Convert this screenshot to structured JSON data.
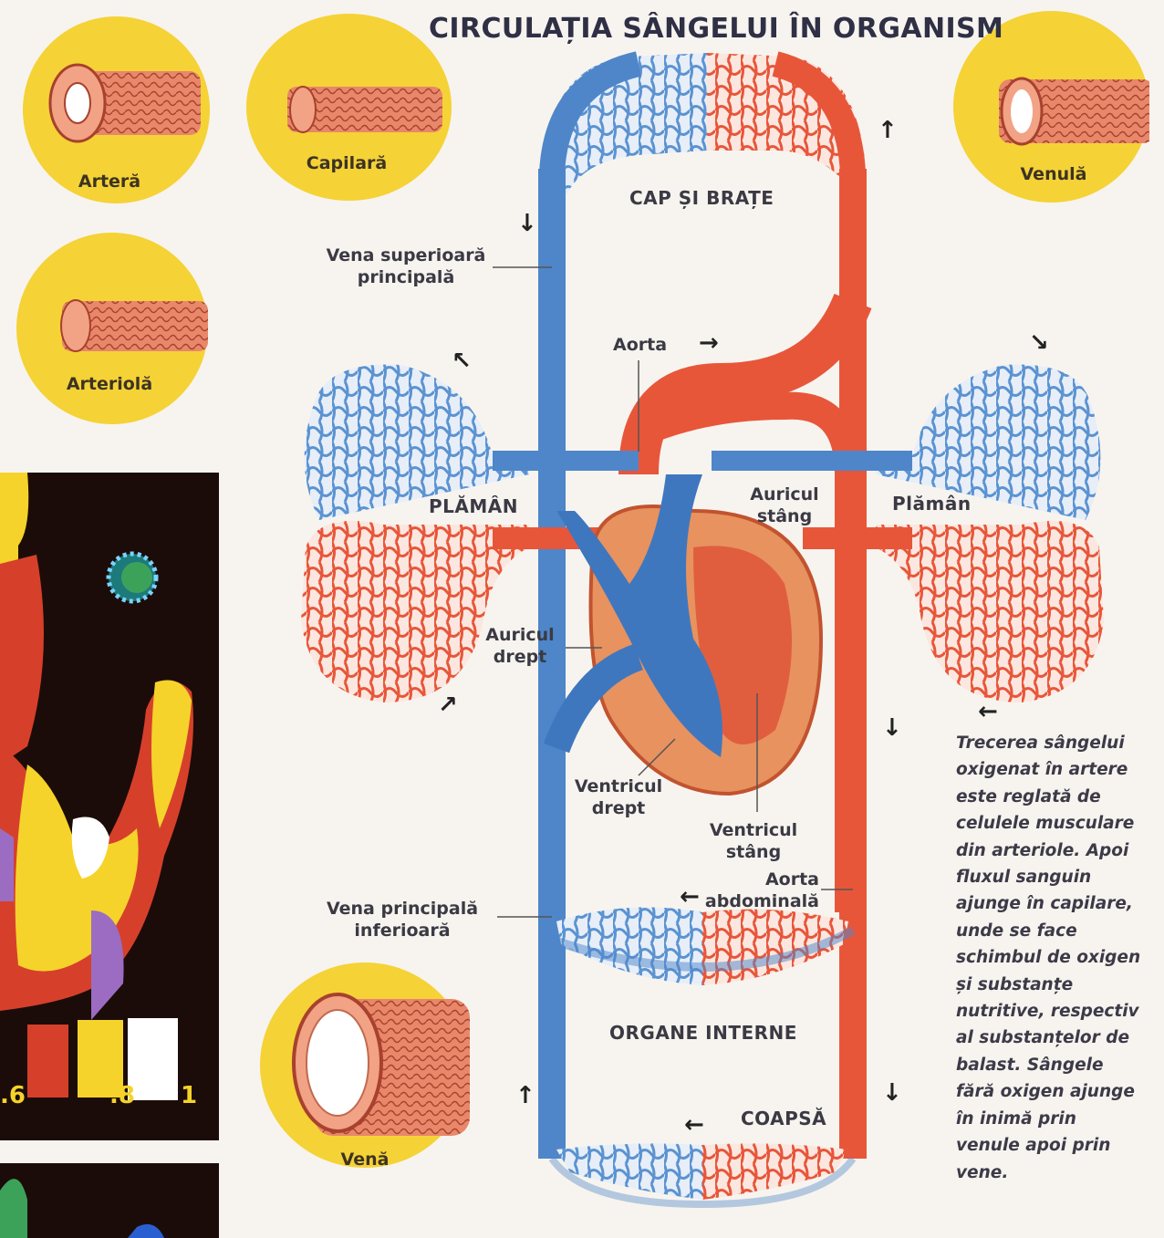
{
  "title": "CIRCULAȚIA SÂNGELUI ÎN ORGANISM",
  "vessels": {
    "artera": "Arteră",
    "capilara": "Capilară",
    "venula": "Venulă",
    "arteriola": "Arteriolă",
    "vena": "Venă"
  },
  "regions": {
    "cap_brate": "CAP ȘI BRAȚE",
    "plaman_left": "PLĂMÂN",
    "plaman_right": "Plămân",
    "organe_interne": "ORGANE INTERNE",
    "coapsa": "COAPSĂ"
  },
  "labels": {
    "vena_sup_1": "Vena superioară",
    "vena_sup_2": "principală",
    "aorta": "Aorta",
    "auricul_stang_1": "Auricul",
    "auricul_stang_2": "stâng",
    "auricul_drept_1": "Auricul",
    "auricul_drept_2": "drept",
    "ventricul_drept_1": "Ventricul",
    "ventricul_drept_2": "drept",
    "ventricul_stang_1": "Ventricul",
    "ventricul_stang_2": "stâng",
    "aorta_abd_1": "Aorta",
    "aorta_abd_2": "abdominală",
    "vena_inf_1": "Vena principală",
    "vena_inf_2": "inferioară"
  },
  "note_lines": [
    "Trecerea sângelui",
    "oxigenat în artere",
    "este reglată de",
    "celulele musculare",
    "din arteriole. Apoi",
    "fluxul sanguin",
    "ajunge în capilare,",
    "unde se face",
    "schimbul de oxigen",
    "și substanțe",
    "nutritive, respectiv",
    "al substanțelor de",
    "balast. Sângele",
    "fără oxigen ajunge",
    "în inimă prin",
    "venule apoi prin",
    "vene."
  ],
  "scale": {
    "a": ".6",
    "b": ".8",
    "c": "1"
  },
  "colors": {
    "artery": "#e8563a",
    "vein": "#4e86c9",
    "heart": "#e7925f",
    "bubble": "#f5d236"
  }
}
